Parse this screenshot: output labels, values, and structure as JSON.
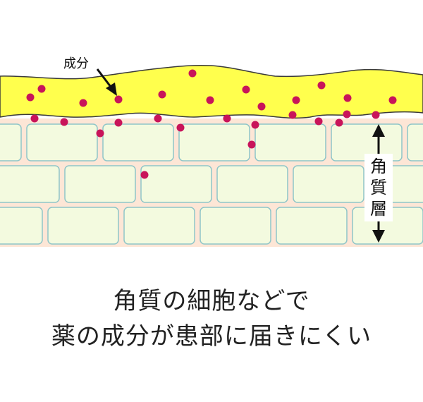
{
  "labels": {
    "ingredient": "成分",
    "stratum_corneum": [
      "角",
      "質",
      "層"
    ]
  },
  "caption": {
    "line1": "角質の細胞などで",
    "line2": "薬の成分が患部に届きにくい"
  },
  "colors": {
    "ointment_layer": "#ffff4d",
    "ointment_outline": "#3a3a3a",
    "tissue_background": "#fde6d6",
    "cell_fill": "#f3fadf",
    "cell_outline": "#8fc5c8",
    "particle": "#c8145a",
    "text": "#222222",
    "arrow": "#111111"
  }
}
